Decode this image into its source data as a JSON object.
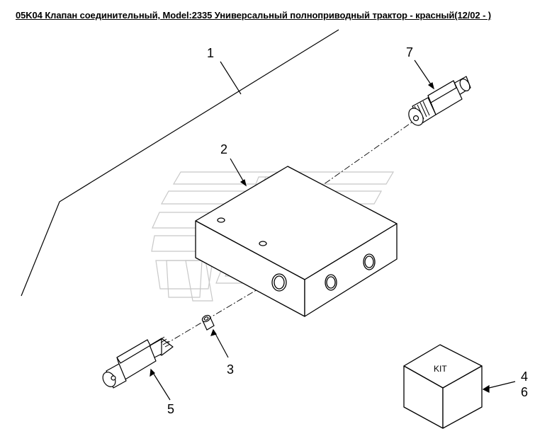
{
  "header": {
    "title": "05K04 Клапан соединительный, Model:2335 Универсальный полноприводный трактор - красный(12/02 - )"
  },
  "callouts": [
    {
      "id": "1",
      "text": "1"
    },
    {
      "id": "2",
      "text": "2"
    },
    {
      "id": "3",
      "text": "3"
    },
    {
      "id": "4",
      "text": "4"
    },
    {
      "id": "5",
      "text": "5"
    },
    {
      "id": "6",
      "text": "6"
    },
    {
      "id": "7",
      "text": "7"
    }
  ],
  "kit_label": "KIT",
  "colors": {
    "line": "#000000",
    "watermark": "#c8c8c8",
    "background": "#ffffff"
  }
}
